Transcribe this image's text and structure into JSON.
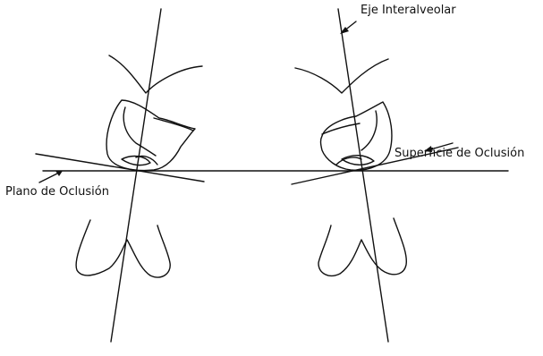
{
  "labels": {
    "eje_interalveolar": "Eje Interalveolar",
    "superficie_oclusion": "Superficie de Oclusión",
    "plano_oclusion": "Plano de Oclusión"
  },
  "colors": {
    "ink": "#111111",
    "background": "#ffffff"
  }
}
